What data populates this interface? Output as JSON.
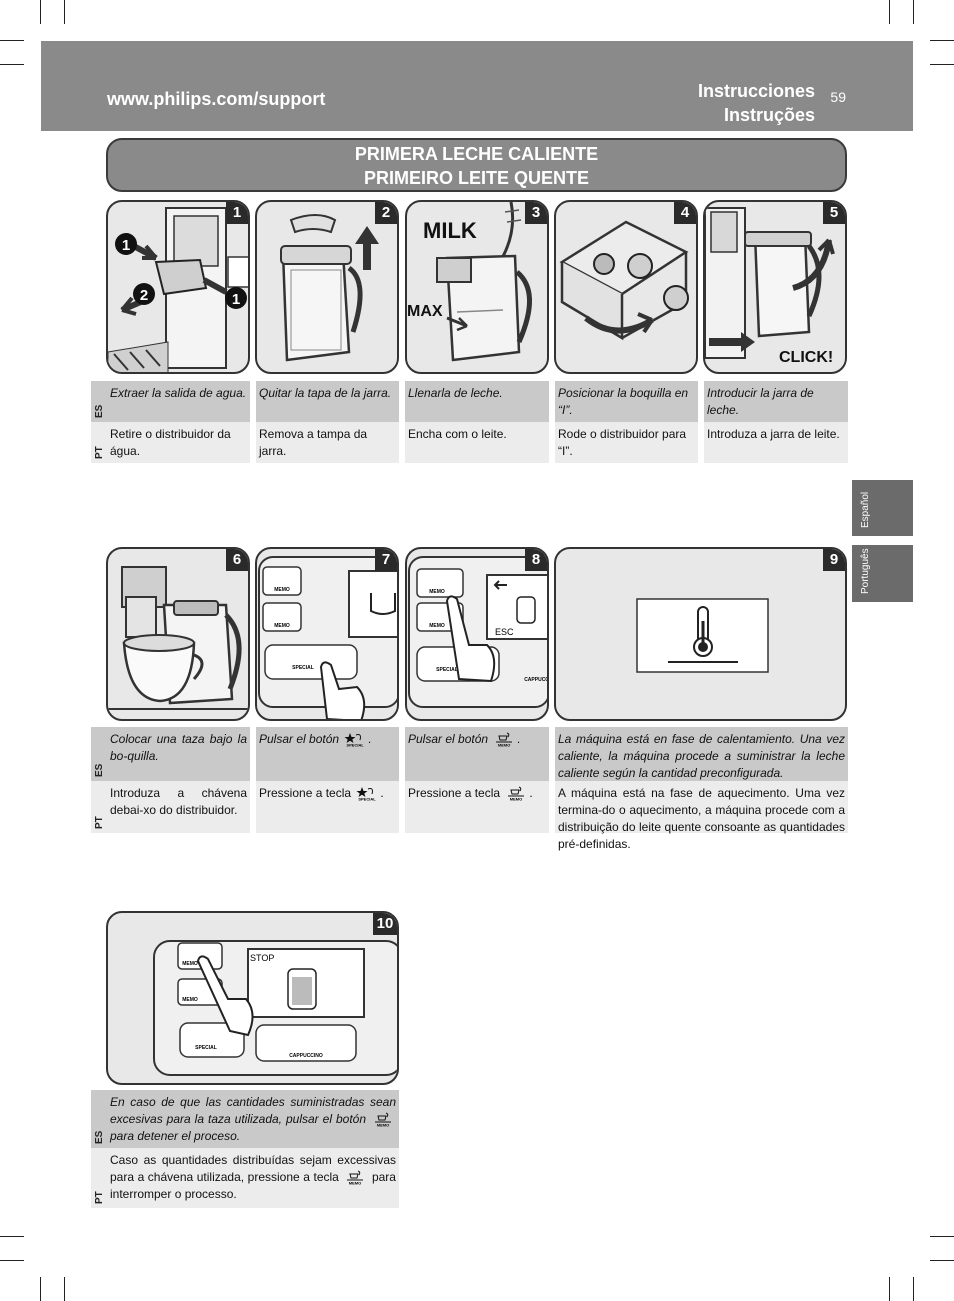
{
  "header": {
    "url": "www.philips.com/support",
    "title_es": "Instrucciones",
    "title_pt": "Instruções",
    "page_number": "59"
  },
  "banner": {
    "line1": "PRIMERA LECHE CALIENTE",
    "line2": "PRIMEIRO LEITE QUENTE"
  },
  "side_tabs": [
    "Español",
    "Português"
  ],
  "lang_labels": {
    "es": "ES",
    "pt": "PT"
  },
  "steps": [
    {
      "num": "1",
      "es": "Extraer la salida de agua.",
      "pt": "Retire o distribuidor da água."
    },
    {
      "num": "2",
      "es": "Quitar la tapa de la jarra.",
      "pt": "Remova a tampa da jarra."
    },
    {
      "num": "3",
      "es": "Llenarla de leche.",
      "pt": "Encha com o leite."
    },
    {
      "num": "4",
      "es": "Posicionar la boquilla en “I”.",
      "pt": "Rode o distribuidor para “I”."
    },
    {
      "num": "5",
      "es": "Introducir la jarra de leche.",
      "pt": "Introduza a jarra de leite."
    },
    {
      "num": "6",
      "es": "Colocar una taza bajo la bo-quilla.",
      "pt": "Introduza a chávena debai-xo do distribuidor."
    },
    {
      "num": "7",
      "es": "Pulsar el botón",
      "pt": "Pressione a tecla"
    },
    {
      "num": "8",
      "es": "Pulsar el botón",
      "pt": "Pressione a tecla"
    },
    {
      "num": "9",
      "es": "La máquina está en fase de calentamiento. Una vez caliente, la máquina procede a suministrar la leche caliente según la cantidad preconfigurada.",
      "pt": "A máquina está na fase de aquecimento. Uma vez termina-do o aquecimento, a máquina procede com a distribuição do leite quente consoante as quantidades pré-definidas."
    },
    {
      "num": "10",
      "es_a": "En caso de que las cantidades suministradas sean excesivas para la taza utilizada, pulsar el botón",
      "es_b": "para detener el proceso.",
      "pt_a": "Caso as quantidades distribuídas sejam excessivas para a chávena utilizada, pressione a tecla",
      "pt_b": "para interromper o processo."
    }
  ],
  "illustration_text": {
    "milk": "MILK",
    "max": "MAX",
    "click": "CLICK!",
    "memo": "MEMO",
    "special": "SPECIAL",
    "cappuccino": "CAPPUCCINO",
    "esc": "ESC",
    "stop": "STOP",
    "marker1": "1",
    "marker2": "2"
  },
  "punct": {
    "dot": "."
  }
}
